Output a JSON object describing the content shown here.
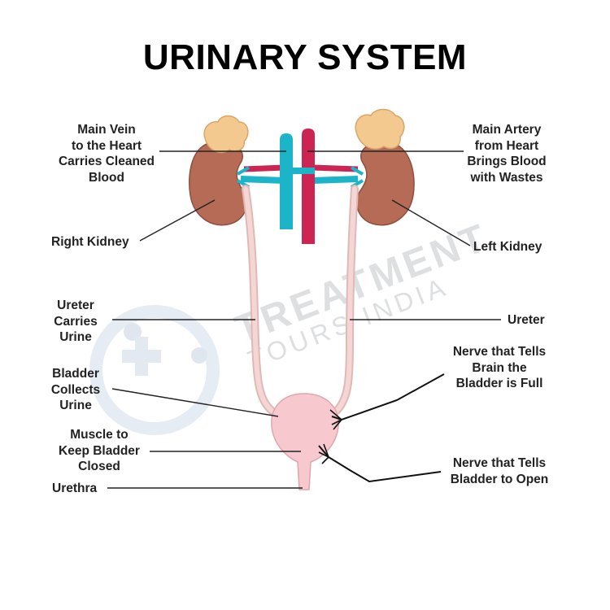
{
  "title": "URINARY SYSTEM",
  "labels": {
    "main_vein": "Main Vein\nto the Heart\nCarries Cleaned\nBlood",
    "main_artery": "Main Artery\nfrom Heart\nBrings Blood\nwith Wastes",
    "right_kidney": "Right Kidney",
    "left_kidney": "Left Kidney",
    "ureter_left": "Ureter\nCarries\nUrine",
    "ureter_right": "Ureter",
    "bladder": "Bladder\nCollects\nUrine",
    "nerve_full": "Nerve that Tells\nBrain the\nBladder is Full",
    "muscle": "Muscle to\nKeep Bladder\nClosed",
    "nerve_open": "Nerve that Tells\nBladder to Open",
    "urethra": "Urethra"
  },
  "watermark": {
    "line1": "TREATMENT",
    "line2": "TOURS INDIA"
  },
  "colors": {
    "kidney": "#b56b55",
    "adrenal": "#f3c98f",
    "vein": "#1bb4c9",
    "artery": "#cc2453",
    "ureter": "#f4d6d4",
    "bladder": "#f7c9cf",
    "watermark": "#d9dadb"
  }
}
